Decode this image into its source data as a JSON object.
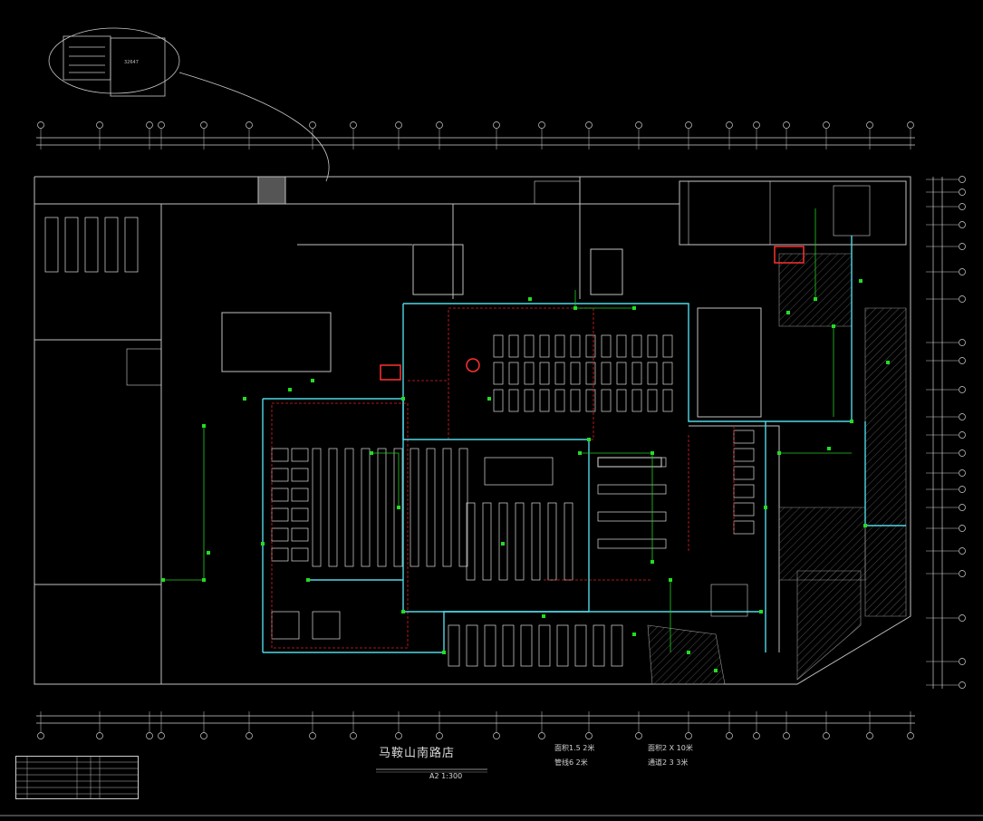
{
  "drawing": {
    "title": "马鞍山南路店",
    "scale": "A2    1:300",
    "detail_label": "32647",
    "notes": [
      "面积1.5 2米",
      "管线6 2米",
      "面积2 X 10米",
      "通道2 3 3米"
    ]
  },
  "colors": {
    "background": "#000000",
    "structure": "#bfbfbf",
    "cyan_pipe": "#4fd8e6",
    "green_node": "#22dd22",
    "red_line": "#e02020",
    "white_line": "#e0e0e0"
  }
}
